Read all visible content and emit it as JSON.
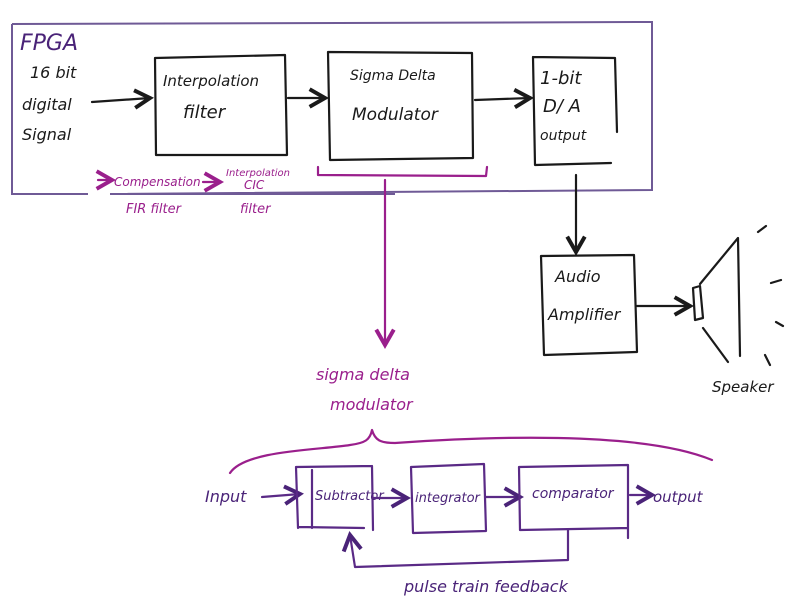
{
  "colors": {
    "black_ink": "#1a1a1a",
    "purple_ink": "#4a2378",
    "magenta_ink": "#9a1f8c",
    "frame": "#6f5a96"
  },
  "top_diagram": {
    "fpga_label": "FPGA",
    "input_label": [
      "16 bit",
      "digital",
      "Signal"
    ],
    "blocks": {
      "interpolation": [
        "Interpolation",
        "filter"
      ],
      "sigma_delta": [
        "Sigma Delta",
        "Modulator"
      ],
      "dac": [
        "1-bit",
        "D/ A",
        "output"
      ],
      "amplifier": [
        "Audio",
        "Amplifier"
      ]
    },
    "speaker_label": "Speaker",
    "annotations": {
      "compensation": [
        "Compensation",
        "FIR filter"
      ],
      "cic": [
        "Interpolation",
        "CIC",
        "filter"
      ]
    }
  },
  "bottom_diagram": {
    "title": [
      "sigma delta",
      "modulator"
    ],
    "input_label": "Input",
    "output_label": "output",
    "blocks": {
      "subtractor": "Subtractor",
      "integrator": "integrator",
      "comparator": "comparator"
    },
    "feedback_label": "pulse train feedback"
  }
}
